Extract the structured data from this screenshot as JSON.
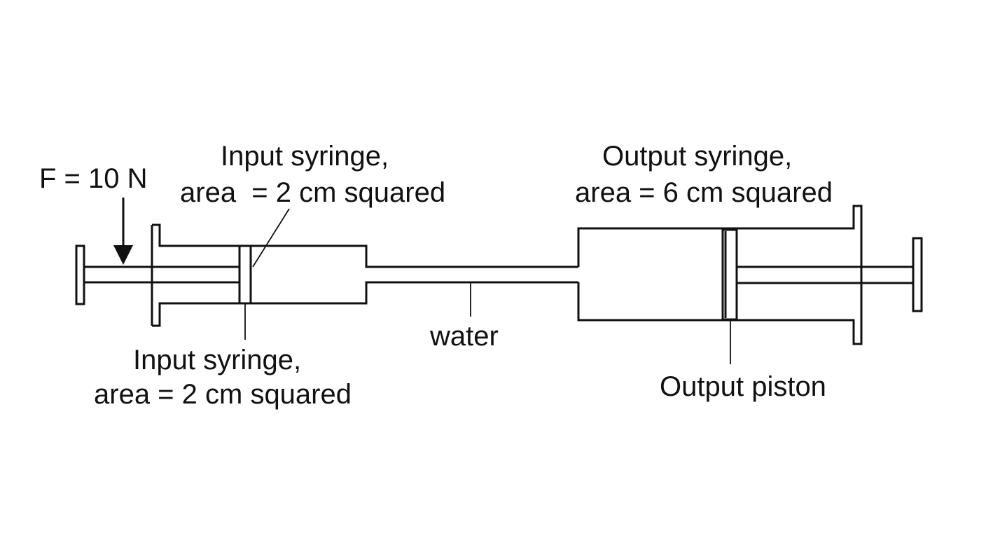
{
  "force": {
    "label": "F = 10 N"
  },
  "input_syringe_top": {
    "line1": "Input syringe,",
    "line2": "area  = 2 cm squared"
  },
  "input_syringe_bottom": {
    "line1": "Input syringe,",
    "line2": "area = 2 cm squared"
  },
  "water": {
    "label": "water"
  },
  "output_syringe": {
    "line1": "Output syringe,",
    "line2": "area = 6 cm squared"
  },
  "output_piston": {
    "label": "Output piston"
  },
  "colors": {
    "stroke": "#111111",
    "background": "#ffffff"
  }
}
